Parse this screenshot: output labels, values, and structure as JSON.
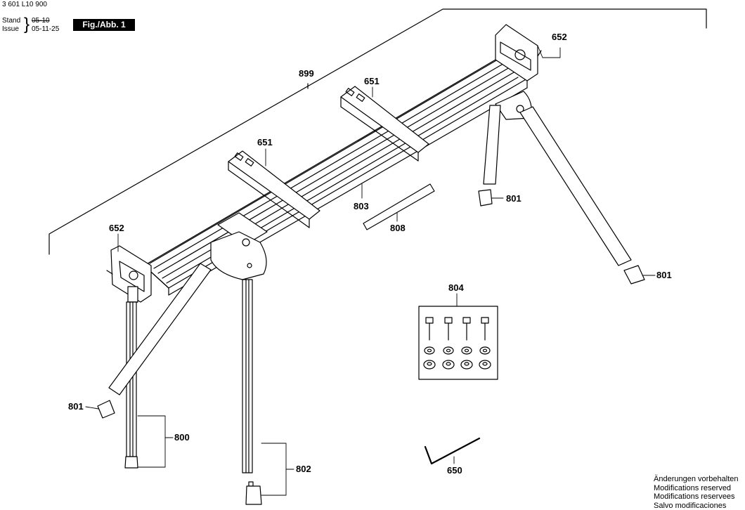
{
  "header": {
    "doc_number": "3 601 L10 900",
    "stand_label": "Stand",
    "stand_value": "05-10",
    "issue_label": "Issue",
    "issue_value": "05-11-25",
    "figure_label": "Fig./Abb. 1"
  },
  "callouts": {
    "c899": "899",
    "c652_right": "652",
    "c651_a": "651",
    "c651_b": "651",
    "c652_left": "652",
    "c803": "803",
    "c808": "808",
    "c801_a": "801",
    "c801_b": "801",
    "c801_c": "801",
    "c804": "804",
    "c800": "800",
    "c802": "802",
    "c650": "650"
  },
  "footer": {
    "line1": "Änderungen vorbehalten",
    "line2": "Modifications reserved",
    "line3": "Modifications reservees",
    "line4": "Salvo modificaciones"
  }
}
